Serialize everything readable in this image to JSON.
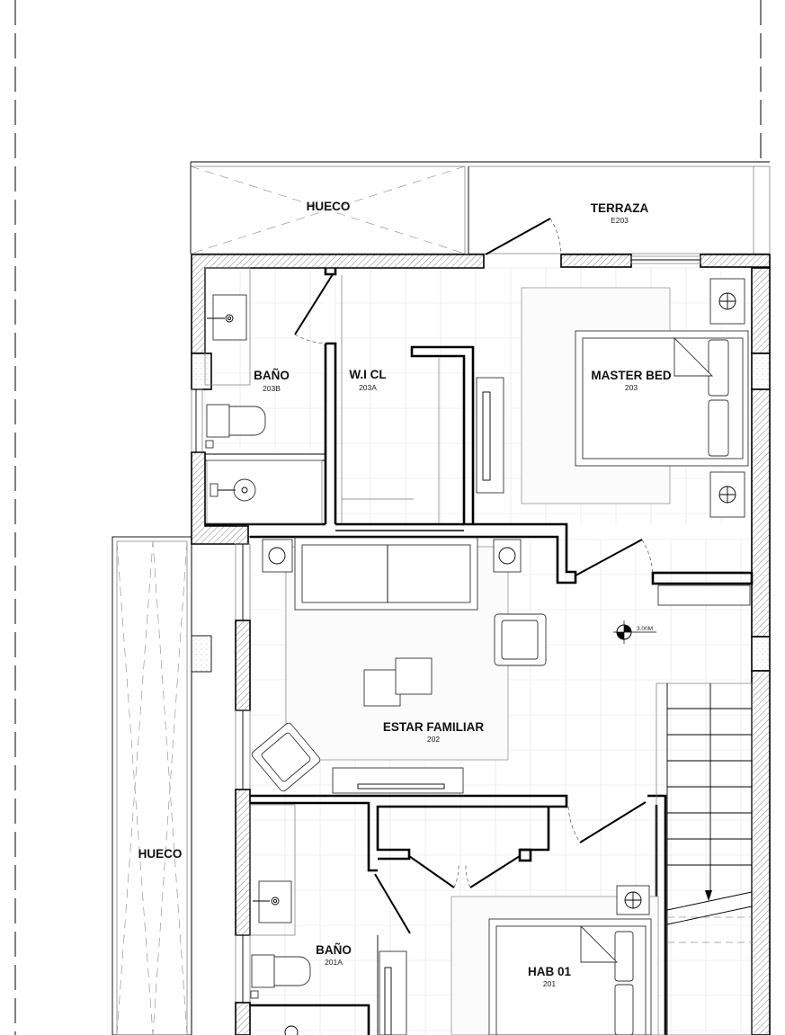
{
  "rooms": {
    "hueco_top": {
      "name": "HUECO"
    },
    "terraza": {
      "name": "TERRAZA",
      "code": "E203"
    },
    "bano_203b": {
      "name": "BAÑO",
      "code": "203B"
    },
    "wicl": {
      "name": "W.I CL",
      "code": "203A"
    },
    "master_bed": {
      "name": "MASTER BED",
      "code": "203"
    },
    "estar_familiar": {
      "name": "ESTAR FAMILIAR",
      "code": "202"
    },
    "hueco_left": {
      "name": "HUECO"
    },
    "bano_201a": {
      "name": "BAÑO",
      "code": "201A"
    },
    "hab01": {
      "name": "HAB 01",
      "code": "201"
    }
  },
  "level_marker": {
    "value": "3.00M"
  },
  "icons": [
    "level-marker-icon",
    "door-swing-icon",
    "stair-arrow-icon"
  ]
}
